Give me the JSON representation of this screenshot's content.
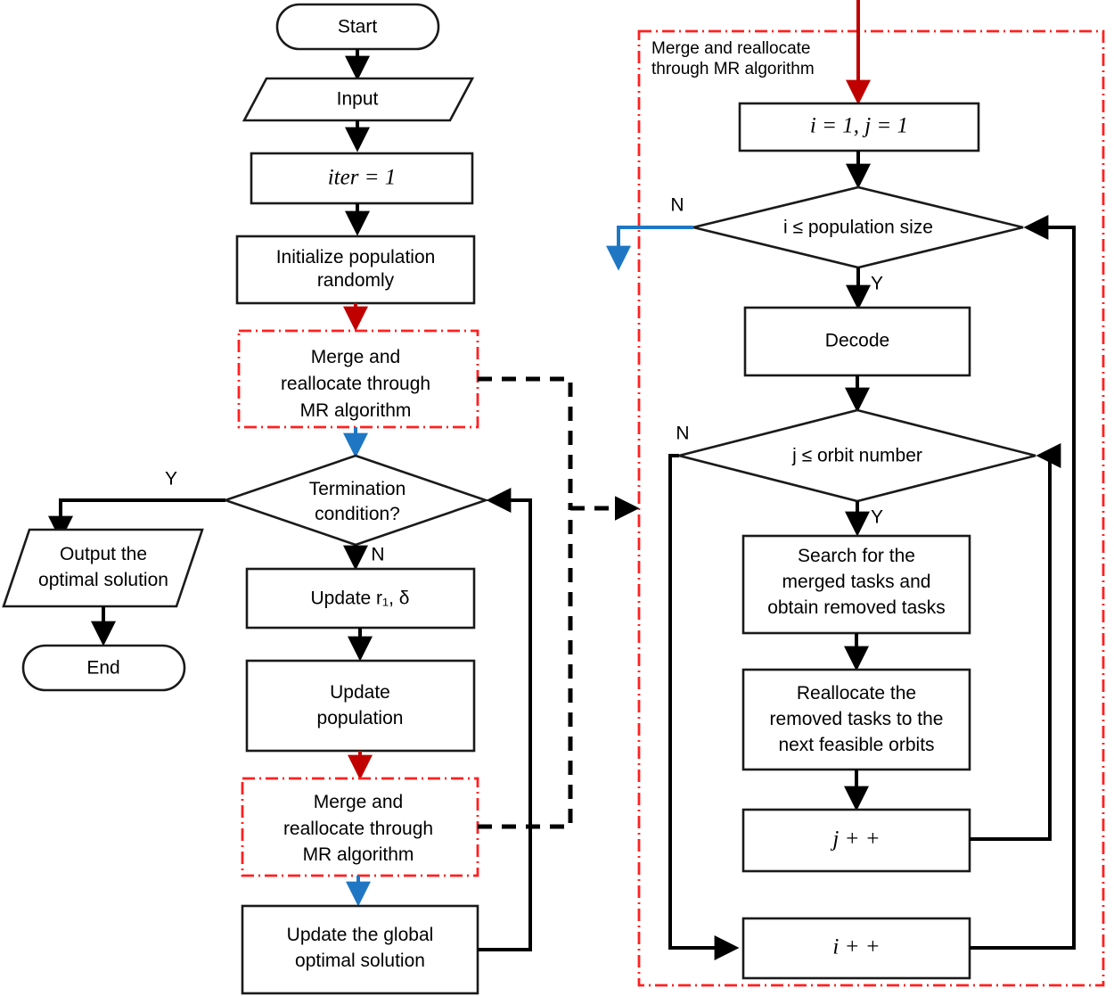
{
  "diagram": {
    "title": "MR-algorithm enhanced metaheuristic flowchart",
    "colors": {
      "red_accent": "#c00000",
      "red_dashed_box": "#ff2020",
      "blue_accent": "#1f77c4",
      "node_stroke": "#1a1a1a",
      "node_fill": "#ffffff"
    }
  },
  "left_flow": {
    "nodes": {
      "start": "Start",
      "input": "Input",
      "iter_init": "iter = 1",
      "initialize": [
        "Initialize population",
        "randomly"
      ],
      "merge_top": [
        "Merge and",
        "reallocate through",
        "MR algorithm"
      ],
      "termination": [
        "Termination",
        "condition?"
      ],
      "output": [
        "Output the",
        "optimal solution"
      ],
      "end": "End",
      "update_params": "Update r₁, δ",
      "update_population": [
        "Update",
        "population"
      ],
      "merge_bottom": [
        "Merge and",
        "reallocate through",
        "MR algorithm"
      ],
      "update_global": [
        "Update the global",
        "optimal solution"
      ]
    },
    "edge_labels": {
      "termination_yes": "Y",
      "termination_no": "N"
    }
  },
  "right_panel": {
    "group_label": [
      "Merge and reallocate",
      "through MR algorithm"
    ],
    "nodes": {
      "init_ij": "i = 1, j = 1",
      "check_population": "i ≤ population size",
      "decode": "Decode",
      "check_orbit": "j ≤ orbit number",
      "search_merged": [
        "Search for the",
        "merged tasks and",
        "obtain removed tasks"
      ],
      "reallocate": [
        "Reallocate the",
        "removed tasks to the",
        "next feasible orbits"
      ],
      "j_increment": "j + +",
      "i_increment": "i + +"
    },
    "edge_labels": {
      "population_no": "N",
      "population_yes": "Y",
      "orbit_no": "N",
      "orbit_yes": "Y"
    }
  }
}
